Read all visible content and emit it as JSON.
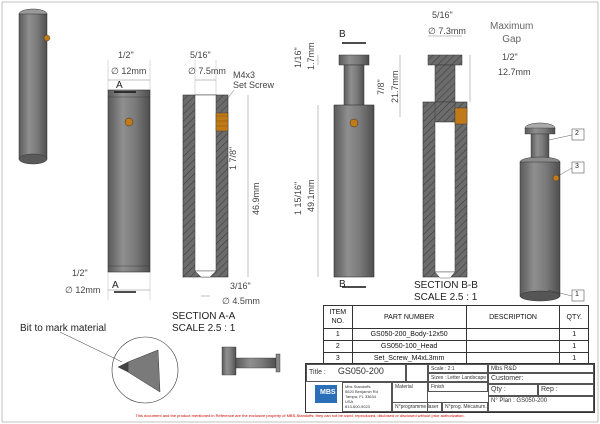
{
  "views": {
    "a_a": {
      "top_dia_in": "1/2\"",
      "top_dia_mm": "∅ 12mm",
      "bottom_dia_in": "1/2\"",
      "bottom_dia_mm": "∅ 12mm",
      "cut_mark": "A",
      "section_title": "SECTION A-A",
      "section_scale": "SCALE 2.5 : 1"
    },
    "section_a": {
      "bore_in": "5/16\"",
      "bore_mm": "∅ 7.5mm",
      "set_screw_callout": "M4x3\nSet Screw",
      "depth_in": "1 7/8\"",
      "depth_mm": "46.9mm",
      "tip_in": "3/16\"",
      "tip_mm": "∅ 4.5mm"
    },
    "head": {
      "len_in": "1/16\"",
      "len_mm": "1.7mm",
      "body_in": "1 15/16\"",
      "body_mm": "49.1mm",
      "cut_mark": "B"
    },
    "section_b": {
      "head_dia_in": "5/16\"",
      "head_dia_mm": "∅ 7.3mm",
      "len_in": "7/8\"",
      "len_mm": "21.7mm",
      "gap_title": "Maximum\nGap",
      "gap_in": "1/2\"",
      "gap_mm": "12.7mm",
      "section_title": "SECTION B-B",
      "section_scale": "SCALE 2.5 : 1"
    },
    "balloons": [
      "2",
      "3",
      "1"
    ],
    "detail_label": "Bit to mark material"
  },
  "bom": {
    "headers": [
      "ITEM\nNO.",
      "PART NUMBER",
      "DESCRIPTION",
      "QTY."
    ],
    "rows": [
      [
        "1",
        "GS050-200_Body-12x50",
        "",
        "1"
      ],
      [
        "2",
        "GS050-100_Head",
        "",
        "1"
      ],
      [
        "3",
        "Set_Screw_M4xL3mm",
        "",
        "1"
      ]
    ]
  },
  "title_block": {
    "title_label": "Title :",
    "title_value": "GS050-200",
    "scale": "Scale : 2:1",
    "sizes": "Sizes : Letter Landscape",
    "dept": "Mbs R&D",
    "customer": "Customer:",
    "finish": "Finish",
    "qty": "Qty :",
    "rep": "Rep :",
    "material": "Material",
    "programmer": "N°programme laser",
    "prog": "N°prog. Mécanum.",
    "plan": "N° Plan : GS050-200",
    "company": "Mbs Standoffs\n5620 Benjamin Rd\nTampa, FL 33634\nUSA\n813-600-9023",
    "logo": "MBS"
  },
  "footer": "This document and the product mentioned in Reference are the exclusive property of MBS-Standoffs; they can not be used, reproduced, disclosed or disclosed without prior authorization.",
  "colors": {
    "metal": "#8a8a8a",
    "metal_dark": "#5e5e5e",
    "hatch": "#555555",
    "screw": "#c07a18"
  }
}
